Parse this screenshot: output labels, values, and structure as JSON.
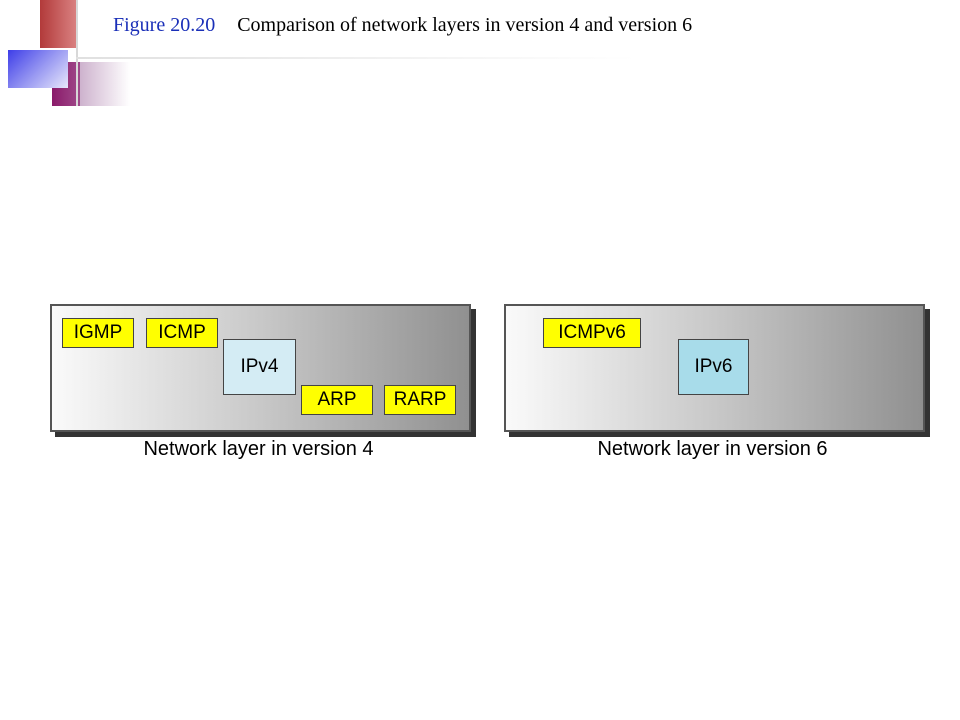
{
  "figure": {
    "number": "Figure 20.20",
    "title": "Comparison of network layers in version 4 and version 6"
  },
  "version4": {
    "protocols": {
      "igmp": "IGMP",
      "icmp": "ICMP",
      "ip": "IPv4",
      "arp": "ARP",
      "rarp": "RARP"
    },
    "caption": "Network layer in version 4"
  },
  "version6": {
    "protocols": {
      "icmp": "ICMPv6",
      "ip": "IPv6"
    },
    "caption": "Network layer in version 6"
  },
  "colors": {
    "protocol_box": "#ffff00",
    "ipv4_box": "#d4ecf4",
    "ipv6_box": "#a8dcea",
    "figure_number": "#1a2fb8"
  }
}
